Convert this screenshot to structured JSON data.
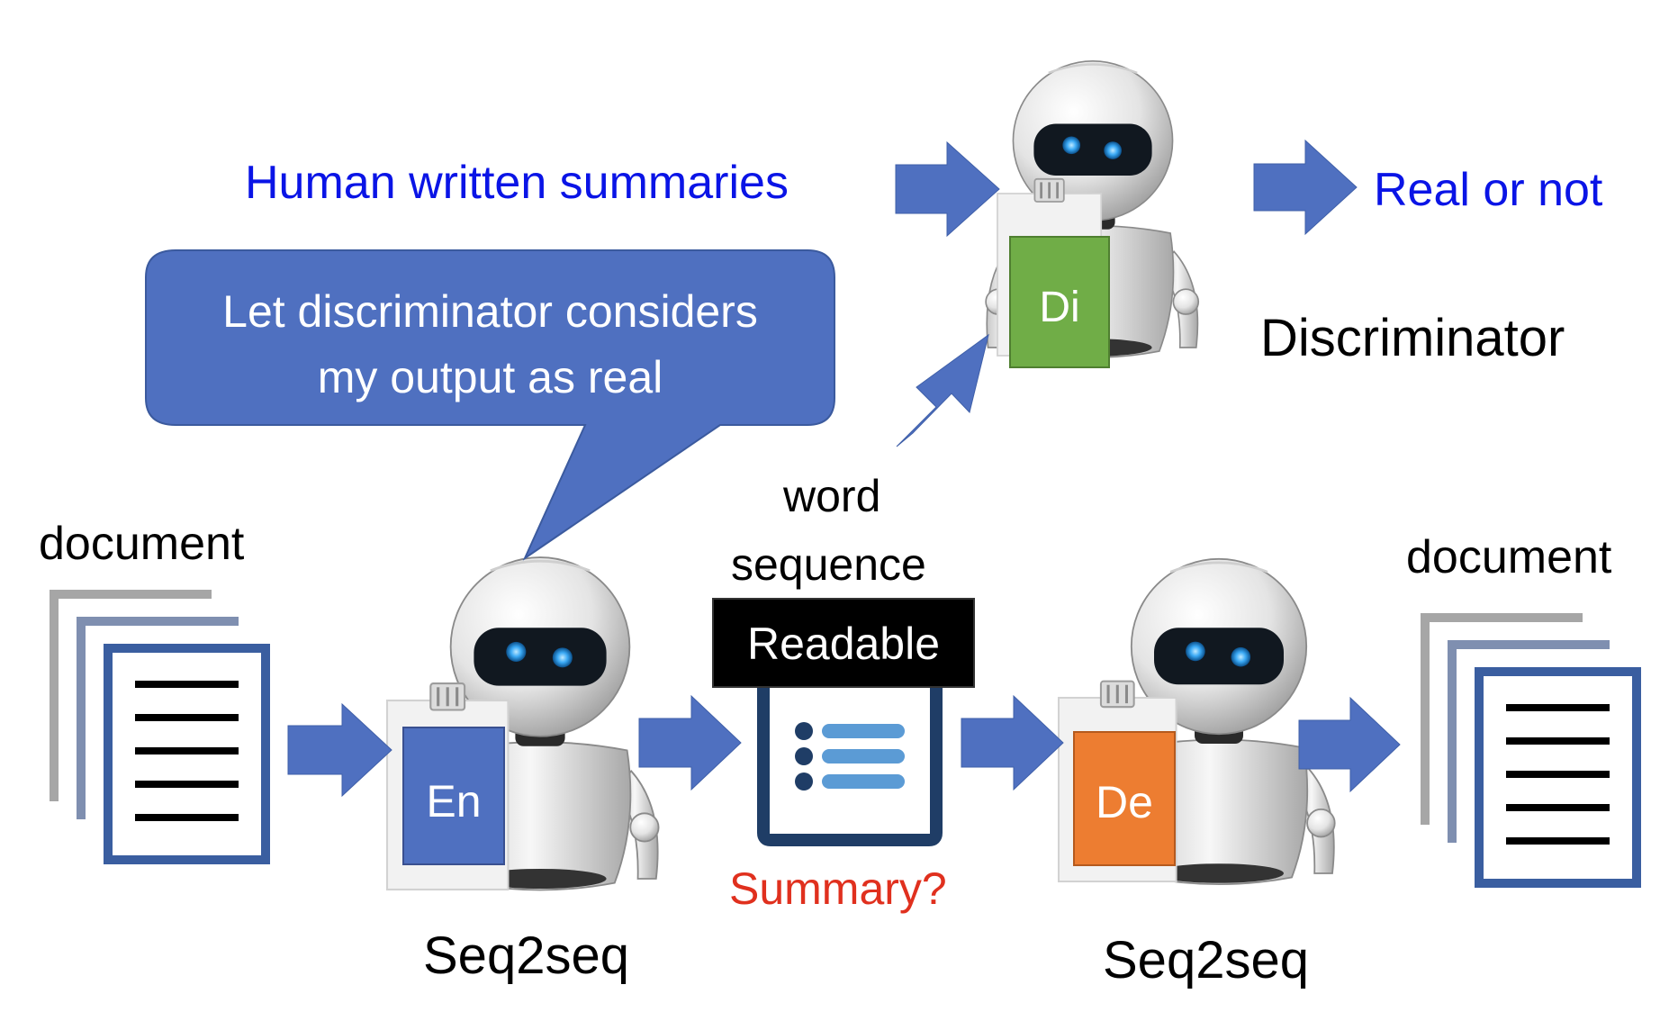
{
  "labels": {
    "human_written_summaries": "Human written summaries",
    "real_or_not": "Real or not",
    "discriminator": "Discriminator",
    "bubble_line1": "Let discriminator considers",
    "bubble_line2": "my output as real",
    "word": "word",
    "sequence": "sequence",
    "readable": "Readable",
    "summary_question": "Summary?",
    "document_left": "document",
    "document_right": "document",
    "seq2seq_encoder": "Seq2seq",
    "seq2seq_decoder": "Seq2seq"
  },
  "tags": {
    "discriminator": "Di",
    "encoder": "En",
    "decoder": "De"
  },
  "colors": {
    "arrow": "#4f70c0",
    "bubble": "#4f70c0",
    "label_blue": "#0a14e6",
    "label_red": "#e0301e",
    "tag_discriminator": "#70ad47",
    "tag_encoder": "#4f70c0",
    "tag_decoder": "#ed7d31",
    "document_frame": "#3a5ea0",
    "summary_icon": "#1f3d66",
    "summary_lines": "#5b9bd5"
  },
  "icons": [
    "robot-icon",
    "document-stack-icon",
    "summary-icon",
    "arrow-right-icon",
    "speech-bubble-icon"
  ]
}
